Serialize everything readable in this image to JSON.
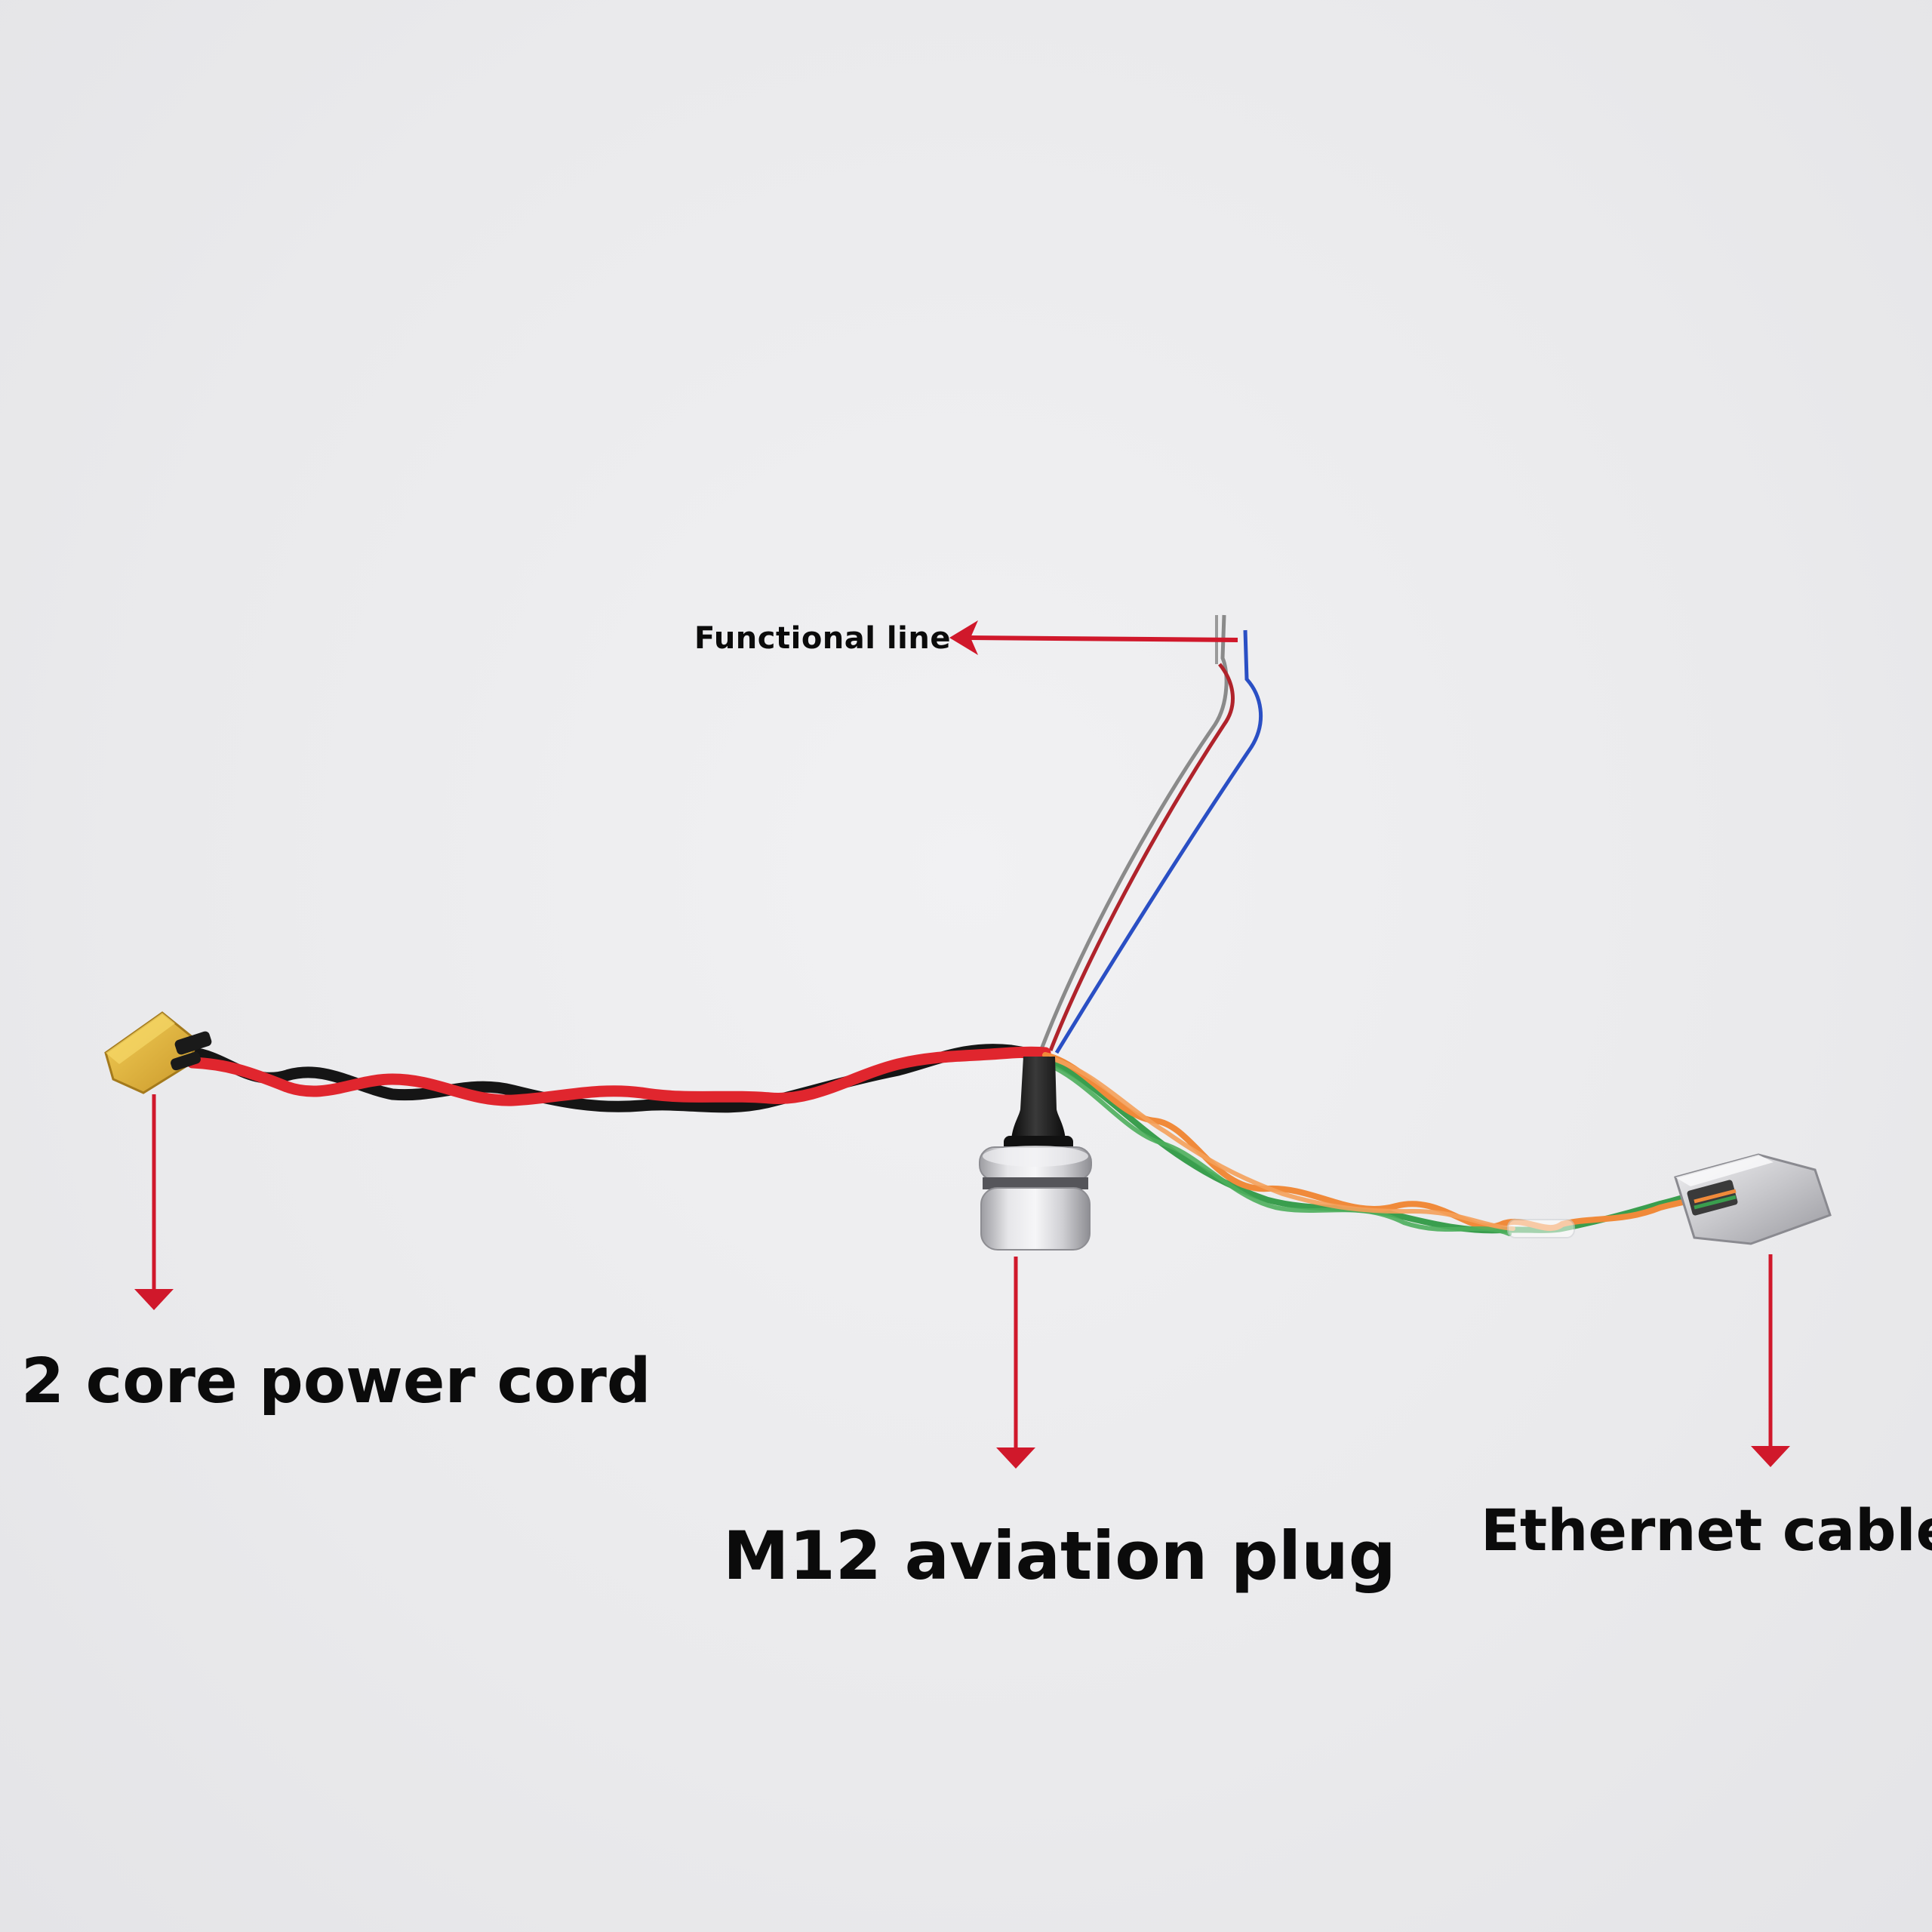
{
  "labels": {
    "functional_line": "Functional line",
    "power_cord": "2 core power cord",
    "aviation_plug": "M12 aviation plug",
    "ethernet_cable": "Ethernet cable"
  },
  "colors": {
    "pointer_arrow": "#d0182b",
    "power_red": "#e0262e",
    "power_black": "#151515",
    "signal_gray": "#8a8a8a",
    "signal_red": "#b0232b",
    "signal_blue": "#2a4fc4",
    "ethernet_orange": "#f08a3a",
    "ethernet_green": "#3a9e4e",
    "xt_connector": "#e3b53b",
    "plug_metal": "#c9c9cc"
  },
  "components": [
    {
      "name": "xt-power-connector",
      "icon": "xt60-connector-icon"
    },
    {
      "name": "m12-aviation-plug",
      "icon": "m12-plug-icon"
    },
    {
      "name": "rj45-ethernet-jack",
      "icon": "rj45-jack-icon"
    }
  ]
}
